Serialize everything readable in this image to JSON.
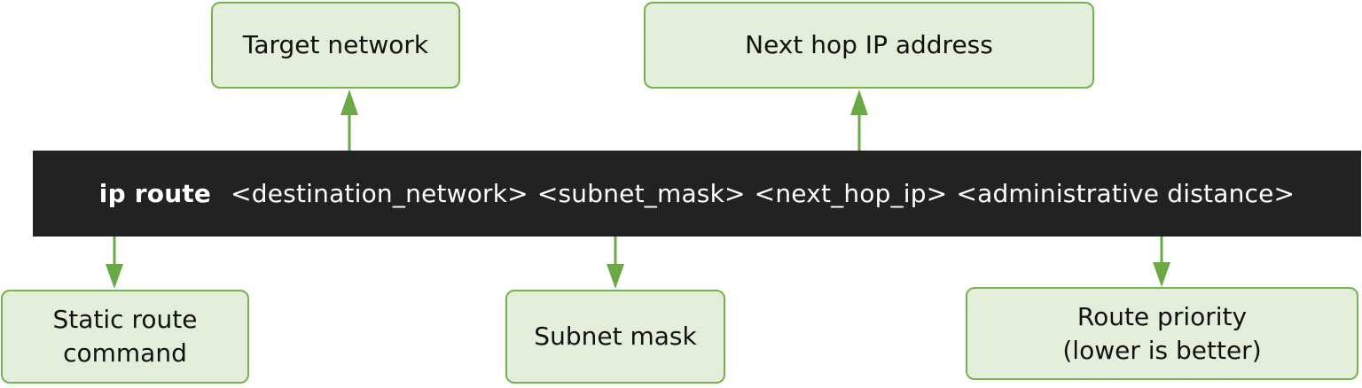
{
  "colors": {
    "box_fill": "#e3efdb",
    "box_border": "#76b34c",
    "arrow": "#6aaa46",
    "command_bg": "#222222",
    "command_text": "#ffffff"
  },
  "command": {
    "keyword": "ip route",
    "args": [
      "<destination_network>",
      "<subnet_mask>",
      "<next_hop_ip>",
      "<administrative distance>"
    ]
  },
  "labels": {
    "target_network": "Target network",
    "next_hop": "Next hop IP address",
    "static_route": "Static route\ncommand",
    "subnet_mask": "Subnet mask",
    "route_priority": "Route priority\n(lower is better)"
  }
}
